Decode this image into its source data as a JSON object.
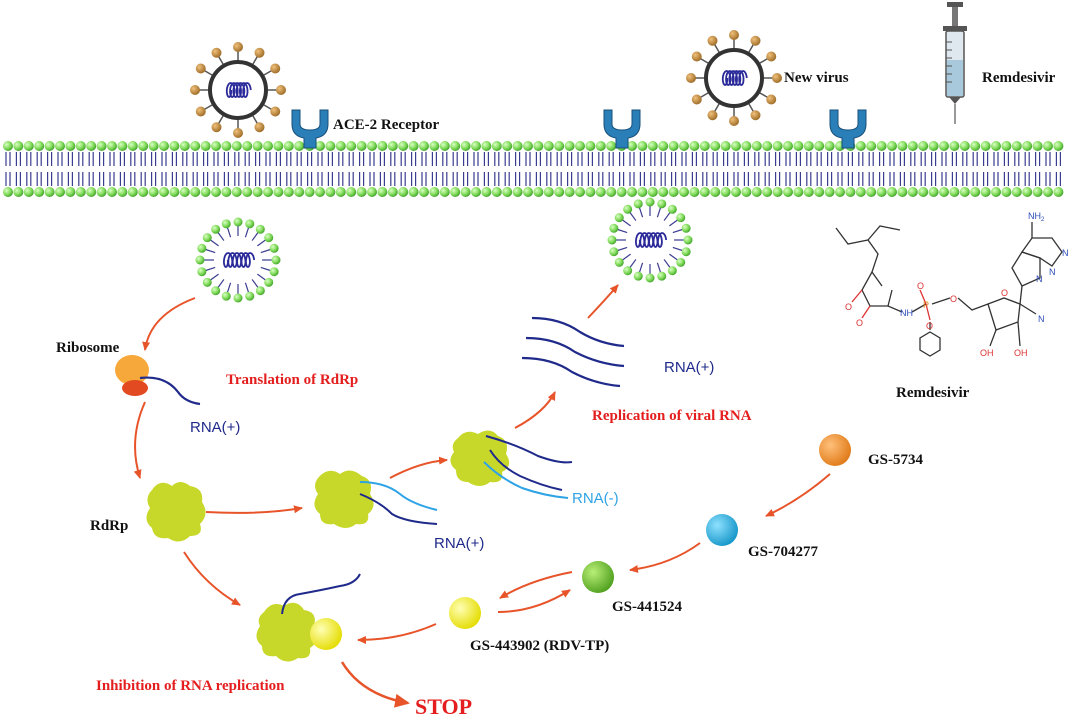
{
  "labels": {
    "ace2_receptor": "ACE-2 Receptor",
    "new_virus": "New virus",
    "remdesivir_top": "Remdesivir",
    "ribosome": "Ribosome",
    "translation": "Translation of RdRp",
    "rna_plus_1": "RNA(+)",
    "rdrp": "RdRp",
    "rna_plus_2": "RNA(+)",
    "rna_minus": "RNA(-)",
    "rna_plus_3": "RNA(+)",
    "replication": "Replication of  viral RNA",
    "remdesivir_struct": "Remdesivir",
    "gs5734": "GS-5734",
    "gs704277": "GS-704277",
    "gs441524": "GS-441524",
    "gs443902": "GS-443902 (RDV-TP)",
    "inhibition": "Inhibition of RNA replication",
    "stop": "STOP"
  },
  "structure_atoms": {
    "nh2": "NH",
    "nh2_sub": "2",
    "n1": "N",
    "n2": "N",
    "n3": "N",
    "o1": "O",
    "o2": "O",
    "o3": "O",
    "o4": "O",
    "o5": "O",
    "o6": "O",
    "p": "P",
    "nh": "NH",
    "oh1": "OH",
    "oh2": "OH",
    "cn": "N"
  },
  "colors": {
    "arrow": "#e8542a",
    "red_label": "#e41e1e",
    "navy": "#1f2a8a",
    "light_blue": "#2ea3e6",
    "lipid_head": "#8fe06a",
    "lipid_tail": "#3b3d8f",
    "receptor": "#2b7fb8",
    "virus_spike": "#b9873d",
    "rdrp": "#c8d82a",
    "gs5734": "#ef8a2a",
    "gs704277": "#1eaad8",
    "gs441524": "#6cb92e",
    "gs443902": "#f3ef1a"
  }
}
